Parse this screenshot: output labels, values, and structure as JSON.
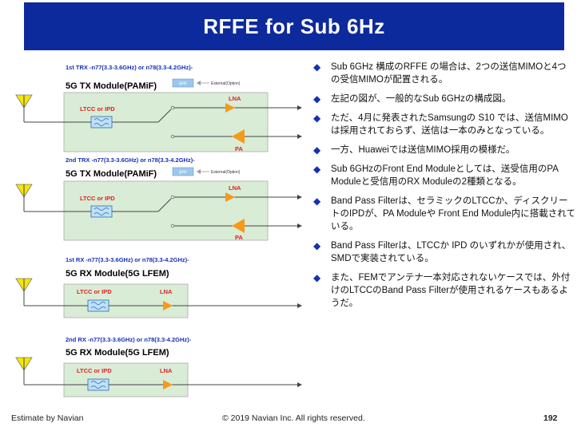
{
  "header": {
    "title": "RFFE for Sub 6Hz"
  },
  "diagram": {
    "tx_modules": [
      {
        "freq_label": "1st TRX -n77(3.3-3.6GHz) or n78(3.3-4.2GHz)-",
        "module_name": "5G TX Module(PAMiF)",
        "filter": "LTCC or IPD",
        "lna": "LNA",
        "pa": "PA",
        "option_box": "BPF",
        "option_label": "External(Option)"
      },
      {
        "freq_label": "2nd TRX -n77(3.3-3.6GHz) or n78(3.3-4.2GHz)-",
        "module_name": "5G TX Module(PAMiF)",
        "filter": "LTCC or IPD",
        "lna": "LNA",
        "pa": "PA",
        "option_box": "BPF",
        "option_label": "External(Option)"
      }
    ],
    "rx_modules": [
      {
        "freq_label": "1st RX -n77(3.3-3.6GHz) or n78(3.3-4.2GHz)-",
        "module_name": "5G RX Module(5G LFEM)",
        "filter": "LTCC or IPD",
        "lna": "LNA"
      },
      {
        "freq_label": "2nd RX -n77(3.3-3.6GHz) or n78(3.3-4.2GHz)-",
        "module_name": "5G RX Module(5G LFEM)",
        "filter": "LTCC or IPD",
        "lna": "LNA"
      }
    ]
  },
  "bullets": [
    "Sub 6GHz 構成のRFFE の場合は、2つの送信MIMOと4つの受信MIMOが配置される。",
    "左記の図が、一般的なSub 6GHzの構成図。",
    "ただ、4月に発表されたSamsungの S10 では、送信MIMOは採用されておらず、送信は一本のみとなっている。",
    "一方、Huaweiでは送信MIMO採用の模様だ。",
    "Sub 6GHzのFront End Moduleとしては、送受信用のPA Moduleと受信用のRX Moduleの2種類となる。",
    "Band Pass Filterは、セラミックのLTCCか、ディスクリートのIPDが、PA Moduleや Front End Module内に搭載されている。",
    "Band Pass Filterは、LTCCか IPD のいずれかが使用され、SMDで実装されている。",
    "また、FEMでアンテナ一本対応されないケースでは、外付けのLTCCのBand Pass Filterが使用されるケースもあるようだ。"
  ],
  "footer": {
    "left": "Estimate by Navian",
    "center": "© 2019 Navian Inc. All rights reserved.",
    "page": "192"
  },
  "colors": {
    "title_bg": "#0d2a9c",
    "module_fill": "#d9ecd6",
    "amp": "#f59a1b",
    "label_red": "#e02020",
    "label_blue": "#1530b8",
    "bullet": "#1530b8"
  }
}
